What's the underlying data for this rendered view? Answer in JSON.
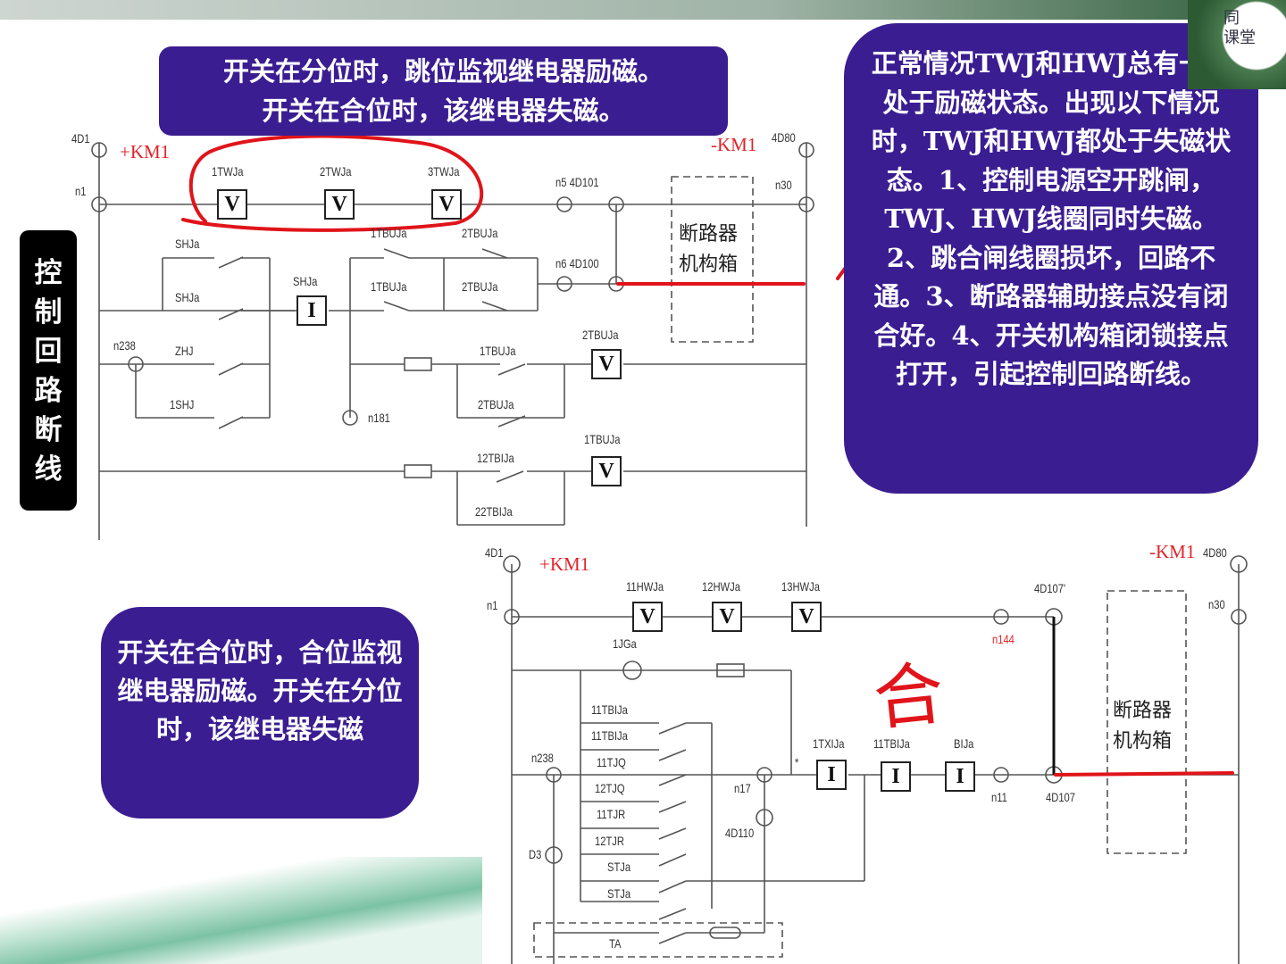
{
  "slide": {
    "side_label": "控制回路断线",
    "logo_text": "同\n课堂",
    "callout_top": [
      "开关在分位时，跳位监视继电器励磁。",
      "开关在合位时，该继电器失磁。"
    ],
    "callout_right": "正常情况TWJ和HWJ总有一个处于励磁状态。出现以下情况时，TWJ和HWJ都处于失磁状态。1、控制电源空开跳闸，TWJ、HWJ线圈同时失磁。2、跳合闸线圈损坏，回路不通。3、断路器辅助接点没有闭合好。4、开关机构箱闭锁接点打开，引起控制回路断线。",
    "callout_bottom_left": "开关在合位时，合位监视继电器励磁。开关在分位时，该继电器失磁",
    "handwritten_mark": "合"
  },
  "top_diagram": {
    "labels": {
      "t4d1": "4D1",
      "tkm1p": "+KM1",
      "tn1": "n1",
      "t1twja": "1TWJa",
      "t2twja": "2TWJa",
      "t3twja": "3TWJa",
      "tn5": "n5 4D101",
      "tkm1n": "-KM1",
      "t4d80": "4D80",
      "tn30": "n30",
      "tshja1": "SHJa",
      "tshja2": "SHJa",
      "tshja3": "SHJa",
      "t1tbu1": "1TBUJa",
      "t2tbu1": "2TBUJa",
      "t1tbu2": "1TBUJa",
      "t2tbu2": "2TBUJa",
      "tn6": "n6 4D100",
      "tn238": "n238",
      "tzhj": "ZHJ",
      "t1shj": "1SHJ",
      "t2tbu3": "2TBUJa",
      "t1tbu3": "1TBUJa",
      "t2tbu4": "2TBUJa",
      "tn181": "n181",
      "t1tbu4": "1TBUJa",
      "t12tbi": "12TBIJa",
      "t22tbi": "22TBIJa"
    },
    "coils": {
      "c1": "V",
      "c2": "V",
      "c3": "V",
      "c4": "I",
      "c5": "V",
      "c6": "V"
    },
    "breaker_box": [
      "断路器",
      "机构箱"
    ]
  },
  "bottom_diagram": {
    "labels": {
      "b4d1": "4D1",
      "bkm1p": "+KM1",
      "bn1": "n1",
      "b11hwj": "11HWJa",
      "b12hwj": "12HWJa",
      "b13hwj": "13HWJa",
      "b4d107p": "4D107'",
      "bkm1n": "-KM1",
      "b4d80": "4D80",
      "bn30": "n30",
      "bn144": "n144",
      "b1jga": "1JGa",
      "b11tbi1": "11TBIJa",
      "b11tbi2": "11TBIJa",
      "bn238": "n238",
      "b11tjq": "11TJQ",
      "b12tjq": "12TJQ",
      "b11tjr": "11TJR",
      "b12tjr": "12TJR",
      "bstja1": "STJa",
      "bstja2": "STJa",
      "bta": "TA",
      "bn17": "n17",
      "b4d110": "4D110",
      "bd3": "D3",
      "b1txi": "1TXIJa",
      "b11tbi3": "11TBIJa",
      "bbija": "BIJa",
      "bn11": "n11",
      "b4d107": "4D107",
      "bstar": "*"
    },
    "coils": {
      "c1": "V",
      "c2": "V",
      "c3": "V",
      "c4": "I",
      "c5": "I",
      "c6": "I"
    },
    "breaker_box": [
      "断路器",
      "机构箱"
    ]
  },
  "colors": {
    "callout": "#3b1d92",
    "annotation": "#e0242a",
    "wire": "#555555"
  }
}
